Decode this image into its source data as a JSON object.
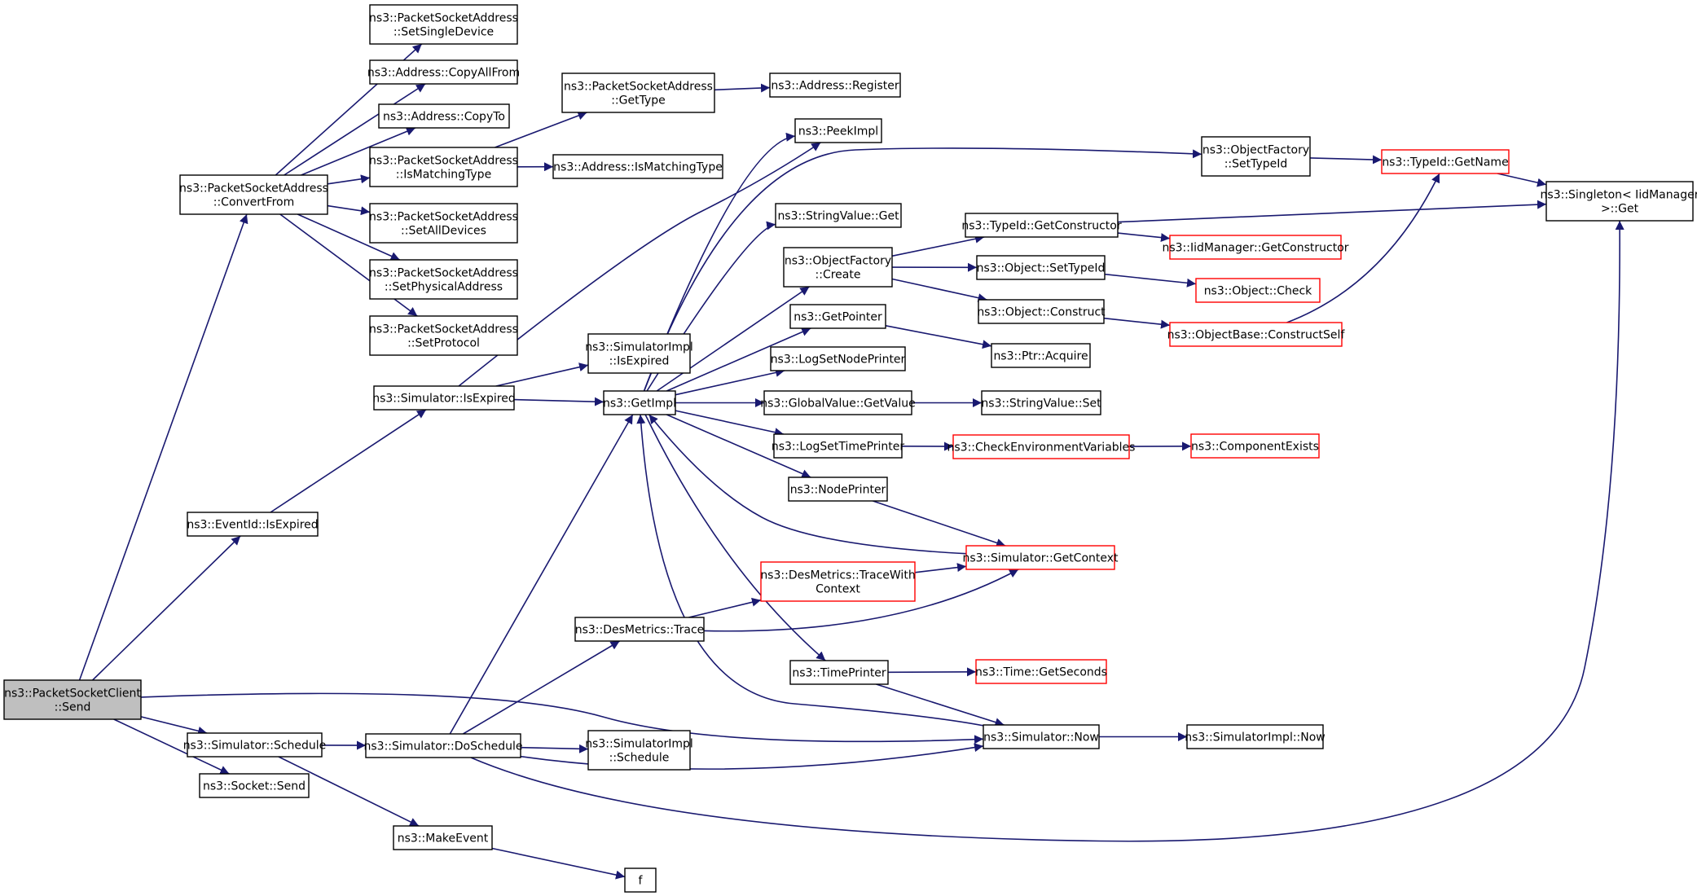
{
  "colors": {
    "edge": "#191970",
    "node_border_normal": "#000000",
    "node_border_truncated": "#ff0000",
    "node_fill": "#ffffff",
    "root_fill": "#bfbfbf"
  },
  "nodes": [
    {
      "id": "n_psc_send",
      "lines": [
        "ns3::PacketSocketClient",
        "::Send"
      ],
      "kind": "root"
    },
    {
      "id": "n_psa_convertfrom",
      "lines": [
        "ns3::PacketSocketAddress",
        "::ConvertFrom"
      ],
      "kind": "normal"
    },
    {
      "id": "n_psa_setsingledevice",
      "lines": [
        "ns3::PacketSocketAddress",
        "::SetSingleDevice"
      ],
      "kind": "normal"
    },
    {
      "id": "n_addr_copyallfrom",
      "lines": [
        "ns3::Address::CopyAllFrom"
      ],
      "kind": "normal"
    },
    {
      "id": "n_addr_copyto",
      "lines": [
        "ns3::Address::CopyTo"
      ],
      "kind": "normal"
    },
    {
      "id": "n_psa_ismatchingtype",
      "lines": [
        "ns3::PacketSocketAddress",
        "::IsMatchingType"
      ],
      "kind": "normal"
    },
    {
      "id": "n_psa_setalldevices",
      "lines": [
        "ns3::PacketSocketAddress",
        "::SetAllDevices"
      ],
      "kind": "normal"
    },
    {
      "id": "n_psa_setphysicaladdress",
      "lines": [
        "ns3::PacketSocketAddress",
        "::SetPhysicalAddress"
      ],
      "kind": "normal"
    },
    {
      "id": "n_psa_setprotocol",
      "lines": [
        "ns3::PacketSocketAddress",
        "::SetProtocol"
      ],
      "kind": "normal"
    },
    {
      "id": "n_psa_gettype",
      "lines": [
        "ns3::PacketSocketAddress",
        "::GetType"
      ],
      "kind": "normal"
    },
    {
      "id": "n_addr_register",
      "lines": [
        "ns3::Address::Register"
      ],
      "kind": "normal"
    },
    {
      "id": "n_addr_ismatchingtype",
      "lines": [
        "ns3::Address::IsMatchingType"
      ],
      "kind": "normal"
    },
    {
      "id": "n_sim_isexpired",
      "lines": [
        "ns3::Simulator::IsExpired"
      ],
      "kind": "normal"
    },
    {
      "id": "n_eventid_isexpired",
      "lines": [
        "ns3::EventId::IsExpired"
      ],
      "kind": "normal"
    },
    {
      "id": "n_sim_schedule",
      "lines": [
        "ns3::Simulator::Schedule"
      ],
      "kind": "normal"
    },
    {
      "id": "n_socket_send",
      "lines": [
        "ns3::Socket::Send"
      ],
      "kind": "normal"
    },
    {
      "id": "n_simimpl_isexpired",
      "lines": [
        "ns3::SimulatorImpl",
        "::IsExpired"
      ],
      "kind": "normal"
    },
    {
      "id": "n_getimpl",
      "lines": [
        "ns3::GetImpl"
      ],
      "kind": "normal"
    },
    {
      "id": "n_sim_doschedule",
      "lines": [
        "ns3::Simulator::DoSchedule"
      ],
      "kind": "normal"
    },
    {
      "id": "n_makeevent",
      "lines": [
        "ns3::MakeEvent"
      ],
      "kind": "normal"
    },
    {
      "id": "n_f",
      "lines": [
        "f"
      ],
      "kind": "normal"
    },
    {
      "id": "n_simimpl_schedule",
      "lines": [
        "ns3::SimulatorImpl",
        "::Schedule"
      ],
      "kind": "normal"
    },
    {
      "id": "n_desmetrics_trace",
      "lines": [
        "ns3::DesMetrics::Trace"
      ],
      "kind": "normal"
    },
    {
      "id": "n_peekimpl",
      "lines": [
        "ns3::PeekImpl"
      ],
      "kind": "normal"
    },
    {
      "id": "n_stringvalue_get",
      "lines": [
        "ns3::StringValue::Get"
      ],
      "kind": "normal"
    },
    {
      "id": "n_objfactory_create",
      "lines": [
        "ns3::ObjectFactory",
        "::Create"
      ],
      "kind": "normal"
    },
    {
      "id": "n_getpointer",
      "lines": [
        "ns3::GetPointer"
      ],
      "kind": "normal"
    },
    {
      "id": "n_logsetnodeprinter",
      "lines": [
        "ns3::LogSetNodePrinter"
      ],
      "kind": "normal"
    },
    {
      "id": "n_globalvalue_getvalue",
      "lines": [
        "ns3::GlobalValue::GetValue"
      ],
      "kind": "normal"
    },
    {
      "id": "n_logsettimeprinter",
      "lines": [
        "ns3::LogSetTimePrinter"
      ],
      "kind": "normal"
    },
    {
      "id": "n_nodeprinter",
      "lines": [
        "ns3::NodePrinter"
      ],
      "kind": "normal"
    },
    {
      "id": "n_desmetrics_tracewithcontext",
      "lines": [
        "ns3::DesMetrics::TraceWith",
        "Context"
      ],
      "kind": "truncated"
    },
    {
      "id": "n_timeprinter",
      "lines": [
        "ns3::TimePrinter"
      ],
      "kind": "normal"
    },
    {
      "id": "n_objfactory_settypeid",
      "lines": [
        "ns3::ObjectFactory",
        "::SetTypeId"
      ],
      "kind": "normal"
    },
    {
      "id": "n_typeid_getconstructor",
      "lines": [
        "ns3::TypeId::GetConstructor"
      ],
      "kind": "normal"
    },
    {
      "id": "n_object_settypeid",
      "lines": [
        "ns3::Object::SetTypeId"
      ],
      "kind": "normal"
    },
    {
      "id": "n_object_construct",
      "lines": [
        "ns3::Object::Construct"
      ],
      "kind": "normal"
    },
    {
      "id": "n_ptr_acquire",
      "lines": [
        "ns3::Ptr::Acquire"
      ],
      "kind": "normal"
    },
    {
      "id": "n_stringvalue_set",
      "lines": [
        "ns3::StringValue::Set"
      ],
      "kind": "normal"
    },
    {
      "id": "n_checkenvvars",
      "lines": [
        "ns3::CheckEnvironmentVariables"
      ],
      "kind": "truncated"
    },
    {
      "id": "n_sim_getcontext",
      "lines": [
        "ns3::Simulator::GetContext"
      ],
      "kind": "truncated"
    },
    {
      "id": "n_time_getseconds",
      "lines": [
        "ns3::Time::GetSeconds"
      ],
      "kind": "truncated"
    },
    {
      "id": "n_sim_now",
      "lines": [
        "ns3::Simulator::Now"
      ],
      "kind": "normal"
    },
    {
      "id": "n_typeid_getname",
      "lines": [
        "ns3::TypeId::GetName"
      ],
      "kind": "truncated"
    },
    {
      "id": "n_iidmanager_getconstructor",
      "lines": [
        "ns3::IidManager::GetConstructor"
      ],
      "kind": "truncated"
    },
    {
      "id": "n_object_check",
      "lines": [
        "ns3::Object::Check"
      ],
      "kind": "truncated"
    },
    {
      "id": "n_objbase_constructself",
      "lines": [
        "ns3::ObjectBase::ConstructSelf"
      ],
      "kind": "truncated"
    },
    {
      "id": "n_componentexists",
      "lines": [
        "ns3::ComponentExists"
      ],
      "kind": "truncated"
    },
    {
      "id": "n_simimpl_now",
      "lines": [
        "ns3::SimulatorImpl::Now"
      ],
      "kind": "normal"
    },
    {
      "id": "n_singleton_get",
      "lines": [
        "ns3::Singleton< IidManager",
        ">::Get"
      ],
      "kind": "normal"
    }
  ],
  "edges": [
    [
      "n_psc_send",
      "n_psa_convertfrom"
    ],
    [
      "n_psc_send",
      "n_eventid_isexpired"
    ],
    [
      "n_psc_send",
      "n_sim_schedule"
    ],
    [
      "n_psc_send",
      "n_socket_send"
    ],
    [
      "n_psc_send",
      "n_sim_now"
    ],
    [
      "n_psa_convertfrom",
      "n_psa_setsingledevice"
    ],
    [
      "n_psa_convertfrom",
      "n_addr_copyallfrom"
    ],
    [
      "n_psa_convertfrom",
      "n_addr_copyto"
    ],
    [
      "n_psa_convertfrom",
      "n_psa_ismatchingtype"
    ],
    [
      "n_psa_convertfrom",
      "n_psa_setalldevices"
    ],
    [
      "n_psa_convertfrom",
      "n_psa_setphysicaladdress"
    ],
    [
      "n_psa_convertfrom",
      "n_psa_setprotocol"
    ],
    [
      "n_psa_ismatchingtype",
      "n_psa_gettype"
    ],
    [
      "n_psa_ismatchingtype",
      "n_addr_ismatchingtype"
    ],
    [
      "n_psa_gettype",
      "n_addr_register"
    ],
    [
      "n_eventid_isexpired",
      "n_sim_isexpired"
    ],
    [
      "n_sim_isexpired",
      "n_peekimpl"
    ],
    [
      "n_sim_isexpired",
      "n_simimpl_isexpired"
    ],
    [
      "n_sim_isexpired",
      "n_getimpl"
    ],
    [
      "n_sim_schedule",
      "n_sim_doschedule"
    ],
    [
      "n_sim_schedule",
      "n_makeevent"
    ],
    [
      "n_sim_doschedule",
      "n_getimpl"
    ],
    [
      "n_sim_doschedule",
      "n_desmetrics_trace"
    ],
    [
      "n_sim_doschedule",
      "n_simimpl_schedule"
    ],
    [
      "n_sim_doschedule",
      "n_sim_now"
    ],
    [
      "n_sim_doschedule",
      "n_singleton_get"
    ],
    [
      "n_makeevent",
      "n_f"
    ],
    [
      "n_desmetrics_trace",
      "n_desmetrics_tracewithcontext"
    ],
    [
      "n_desmetrics_trace",
      "n_sim_getcontext"
    ],
    [
      "n_desmetrics_tracewithcontext",
      "n_sim_getcontext"
    ],
    [
      "n_getimpl",
      "n_peekimpl"
    ],
    [
      "n_getimpl",
      "n_objfactory_settypeid"
    ],
    [
      "n_getimpl",
      "n_stringvalue_get"
    ],
    [
      "n_getimpl",
      "n_objfactory_create"
    ],
    [
      "n_getimpl",
      "n_getpointer"
    ],
    [
      "n_getimpl",
      "n_logsetnodeprinter"
    ],
    [
      "n_getimpl",
      "n_globalvalue_getvalue"
    ],
    [
      "n_getimpl",
      "n_logsettimeprinter"
    ],
    [
      "n_getimpl",
      "n_nodeprinter"
    ],
    [
      "n_getimpl",
      "n_timeprinter"
    ],
    [
      "n_sim_getcontext",
      "n_getimpl"
    ],
    [
      "n_sim_now",
      "n_getimpl"
    ],
    [
      "n_sim_now",
      "n_simimpl_now"
    ],
    [
      "n_nodeprinter",
      "n_sim_getcontext"
    ],
    [
      "n_timeprinter",
      "n_time_getseconds"
    ],
    [
      "n_timeprinter",
      "n_sim_now"
    ],
    [
      "n_objfactory_settypeid",
      "n_typeid_getname"
    ],
    [
      "n_objfactory_create",
      "n_typeid_getconstructor"
    ],
    [
      "n_objfactory_create",
      "n_object_settypeid"
    ],
    [
      "n_objfactory_create",
      "n_object_construct"
    ],
    [
      "n_typeid_getconstructor",
      "n_singleton_get"
    ],
    [
      "n_typeid_getconstructor",
      "n_iidmanager_getconstructor"
    ],
    [
      "n_object_settypeid",
      "n_object_check"
    ],
    [
      "n_object_construct",
      "n_objbase_constructself"
    ],
    [
      "n_objbase_constructself",
      "n_typeid_getname"
    ],
    [
      "n_getpointer",
      "n_ptr_acquire"
    ],
    [
      "n_globalvalue_getvalue",
      "n_stringvalue_set"
    ],
    [
      "n_logsettimeprinter",
      "n_checkenvvars"
    ],
    [
      "n_checkenvvars",
      "n_componentexists"
    ],
    [
      "n_typeid_getname",
      "n_singleton_get"
    ]
  ]
}
